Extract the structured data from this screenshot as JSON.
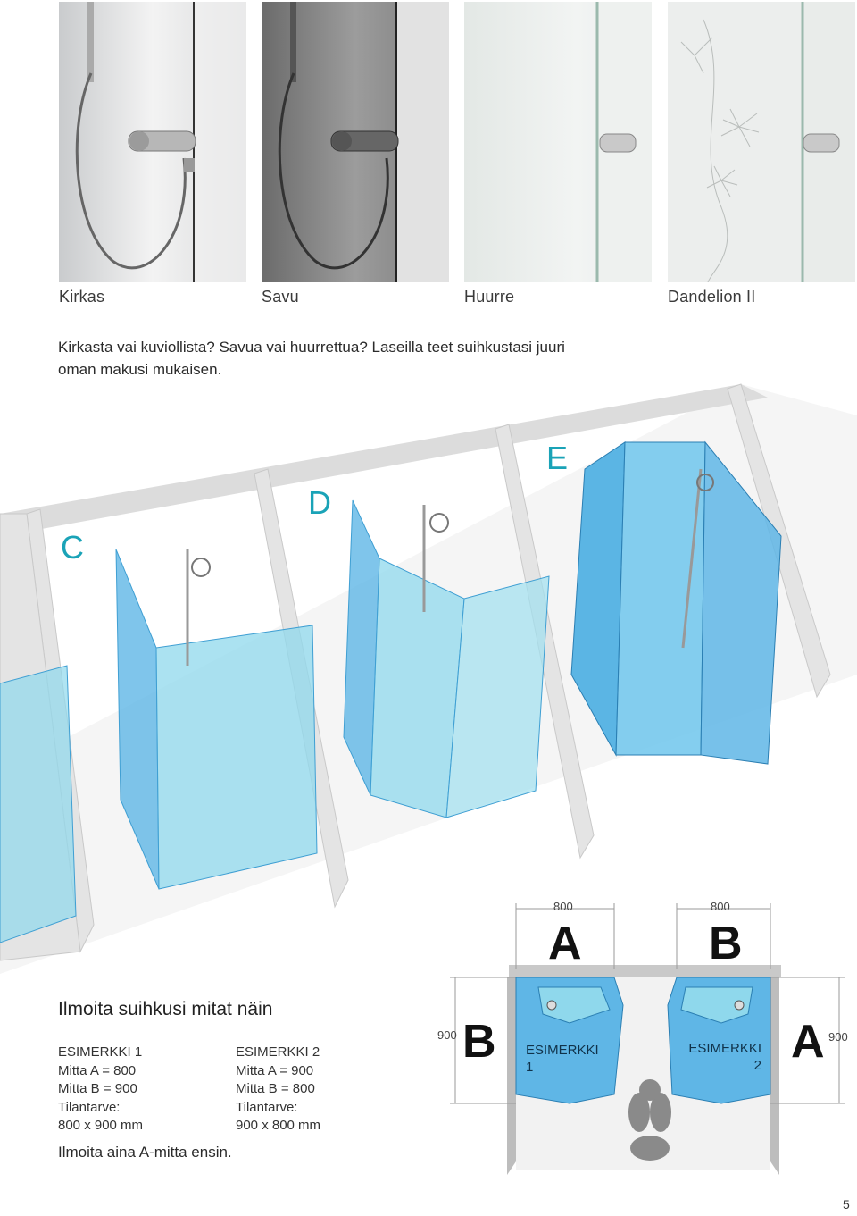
{
  "samples": [
    {
      "label": "Kirkas"
    },
    {
      "label": "Savu"
    },
    {
      "label": "Huurre"
    },
    {
      "label": "Dandelion II"
    }
  ],
  "intro": {
    "line1": "Kirkasta vai kuviollista? Savua vai huurrettua? Laseilla teet suihkustasi juuri",
    "line2": "oman makusi mukaisen."
  },
  "cabins": {
    "c": "C",
    "d": "D",
    "e": "E"
  },
  "info": {
    "title": "Ilmoita suihkusi mitat näin",
    "example1": {
      "heading": "ESIMERKKI 1",
      "a": "Mitta A = 800",
      "b": "Mitta B = 900",
      "space_label": "Tilantarve:",
      "space": "800 x 900 mm"
    },
    "example2": {
      "heading": "ESIMERKKI 2",
      "a": "Mitta A = 900",
      "b": "Mitta B = 800",
      "space_label": "Tilantarve:",
      "space": "900 x 800 mm"
    },
    "note": "Ilmoita aina A-mitta ensin."
  },
  "plan": {
    "dim_a1": "800",
    "dim_b1": "800",
    "dim_left": "900",
    "dim_right": "900",
    "top_a": "A",
    "top_b": "B",
    "left_b": "B",
    "right_a": "A",
    "ex1_line1": "ESIMERKKI",
    "ex1_line2": "1",
    "ex2_line1": "ESIMERKKI",
    "ex2_line2": "2"
  },
  "page_number": "5",
  "colors": {
    "accent": "#1aa3b7",
    "glass": "#8fd8ec",
    "glass_dark": "#3f9fd3"
  }
}
